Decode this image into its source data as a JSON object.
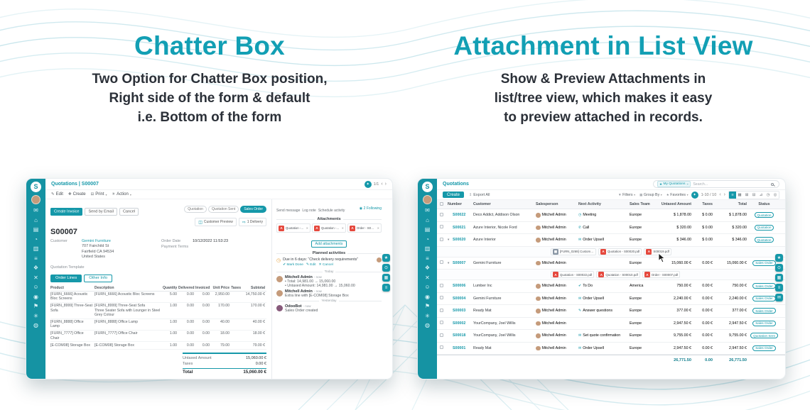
{
  "hero": {
    "left": {
      "title": "Chatter Box",
      "lines": [
        "Two Option for Chatter Box position,",
        "Right side of the form & default",
        "i.e. Bottom of the form"
      ]
    },
    "right": {
      "title": "Attachment in List View",
      "lines": [
        "Show & Preview Attachments in",
        "list/tree view, which makes it easy",
        "to preview attached in records."
      ]
    }
  },
  "sidebar": {
    "logo": "S",
    "icons": [
      {
        "name": "chat-icon",
        "glyph": "✉"
      },
      {
        "name": "home-icon",
        "glyph": "⌂"
      },
      {
        "name": "sales-icon",
        "glyph": "▤"
      },
      {
        "name": "pie-chart-icon",
        "glyph": "◔"
      },
      {
        "name": "bar-chart-icon",
        "glyph": "▥"
      },
      {
        "name": "list-icon",
        "glyph": "≡"
      },
      {
        "name": "apps-icon",
        "glyph": "❖"
      },
      {
        "name": "close-icon",
        "glyph": "✕"
      },
      {
        "name": "team-icon",
        "glyph": "☺"
      },
      {
        "name": "user-icon",
        "glyph": "◉"
      },
      {
        "name": "flag-icon",
        "glyph": "⚑"
      },
      {
        "name": "settings-icon",
        "glyph": "✳"
      },
      {
        "name": "globe-icon",
        "glyph": "◍"
      }
    ]
  },
  "side_widgets": {
    "form": [
      {
        "name": "star-widget-icon",
        "glyph": "★"
      },
      {
        "name": "search-widget-icon",
        "glyph": "⊙"
      },
      {
        "name": "grid-widget-icon",
        "glyph": "▦"
      },
      {
        "name": "menu-widget-icon",
        "glyph": "≡"
      }
    ],
    "list": [
      {
        "name": "star-widget-icon",
        "glyph": "★"
      },
      {
        "name": "search-widget-icon",
        "glyph": "⊙"
      },
      {
        "name": "grid-widget-icon",
        "glyph": "▦"
      },
      {
        "name": "menu-widget-icon",
        "glyph": "≡"
      },
      {
        "name": "chat-widget-icon",
        "glyph": "✉"
      }
    ]
  },
  "form": {
    "breadcrumb": "Quotations | S00007",
    "pager": "1/1",
    "toolbar": [
      {
        "name": "edit-button",
        "glyph": "✎",
        "label": "Edit",
        "caret": false
      },
      {
        "name": "create-button",
        "glyph": "✚",
        "label": "Create",
        "caret": false
      },
      {
        "name": "print-menu",
        "glyph": "⊟",
        "label": "Print",
        "caret": true
      },
      {
        "name": "action-menu",
        "glyph": "✳",
        "label": "Action",
        "caret": true
      }
    ],
    "header_buttons": [
      {
        "name": "create-invoice-button",
        "label": "Create Invoice",
        "primary": true
      },
      {
        "name": "send-by-email-button",
        "label": "Send by Email",
        "primary": false
      },
      {
        "name": "cancel-button",
        "label": "Cancel",
        "primary": false
      }
    ],
    "stages": [
      "Quotation",
      "Quotation Sent",
      "Sales Order"
    ],
    "active_stage": "Sales Order",
    "smart_buttons": [
      {
        "name": "customer-preview-button",
        "glyph": "◫",
        "label": "Customer Preview"
      },
      {
        "name": "delivery-button",
        "glyph": "⇨",
        "label": "1 Delivery"
      }
    ],
    "record": {
      "name": "S00007",
      "customer_label": "Customer",
      "customer_name": "Gemini Furniture",
      "customer_address": [
        "707 Fairchild St",
        "Fairfield CA 94534",
        "United States"
      ],
      "order_date_label": "Order Date",
      "order_date": "10/12/2022 11:53:23",
      "payment_terms_label": "Payment Terms",
      "quotation_template_label": "Quotation Template"
    },
    "tabs": [
      {
        "label": "Order Lines",
        "active": true
      },
      {
        "label": "Other Info",
        "active": false
      }
    ],
    "lines": {
      "columns": [
        "Product",
        "Description",
        "Quantity",
        "Delivered",
        "Invoiced",
        "Unit Price",
        "Taxes",
        "Subtotal"
      ],
      "rows": [
        {
          "product": "[FURN_6666] Acoustic Bloc Screens",
          "description": "[FURN_6666] Acoustic Bloc Screens",
          "quantity": "5.00",
          "delivered": "0.00",
          "invoiced": "0.00",
          "unit_price": "2,950.00",
          "taxes": "",
          "subtotal": "14,750.00 €"
        },
        {
          "product": "[FURN_8999] Three-Seat Sofa",
          "description": "[FURN_8999] Three-Seat Sofa\nThree Seater Sofa with Lounger in Steel Grey Colour",
          "quantity": "1.00",
          "delivered": "0.00",
          "invoiced": "0.00",
          "unit_price": "170.00",
          "taxes": "",
          "subtotal": "170.00 €"
        },
        {
          "product": "[FURN_8888] Office Lamp",
          "description": "[FURN_8888] Office Lamp",
          "quantity": "1.00",
          "delivered": "0.00",
          "invoiced": "0.00",
          "unit_price": "40.00",
          "taxes": "",
          "subtotal": "40.00 €"
        },
        {
          "product": "[FURN_7777] Office Chair",
          "description": "[FURN_7777] Office Chair",
          "quantity": "1.00",
          "delivered": "0.00",
          "invoiced": "0.00",
          "unit_price": "18.00",
          "taxes": "",
          "subtotal": "18.00 €"
        },
        {
          "product": "[E-COM08] Storage Box",
          "description": "[E-COM08] Storage Box",
          "quantity": "1.00",
          "delivered": "0.00",
          "invoiced": "0.00",
          "unit_price": "79.00",
          "taxes": "",
          "subtotal": "79.00 €"
        }
      ],
      "totals": {
        "untaxed_label": "Untaxed Amount",
        "untaxed": "15,060.00 €",
        "taxes_label": "Taxes",
        "taxes": "0.00 €",
        "total_label": "Total",
        "total": "15,060.00 €"
      }
    },
    "chatter": {
      "actions": [
        "Send message",
        "Log note",
        "Schedule activity"
      ],
      "followers_count": "2",
      "following_label": "Following",
      "attachments_title": "Attachments",
      "attachments": [
        {
          "name": "Quotation - S00022.pdf"
        },
        {
          "name": "Quotation - S00010.pdf"
        },
        {
          "name": "Order - S00007.pdf"
        }
      ],
      "add_attachments_label": "Add attachments",
      "planned_title": "Planned activities",
      "activity": {
        "summary": "Due in 6 days: “Check delivery requirements”",
        "actions": [
          {
            "name": "mark-done-button",
            "glyph": "✔",
            "label": "Mark Done"
          },
          {
            "name": "edit-activity-button",
            "glyph": "✎",
            "label": "Edit"
          },
          {
            "name": "cancel-activity-button",
            "glyph": "✕",
            "label": "Cancel"
          }
        ]
      },
      "feed": [
        {
          "divider": "Today"
        },
        {
          "author": "Mitchell Admin",
          "time": "- now",
          "bullets": true,
          "bot": false,
          "lines": [
            "Total: 14,981.00 → 15,060.00",
            "Untaxed Amount: 14,981.00 → 15,060.00"
          ]
        },
        {
          "author": "Mitchell Admin",
          "time": "- now",
          "bullets": false,
          "bot": false,
          "lines": [
            "Extra line with [E-COM08] Storage Box"
          ]
        },
        {
          "divider": "Yesterday"
        },
        {
          "author": "OdooBot",
          "time": "- now",
          "bullets": false,
          "bot": true,
          "lines": [
            "Sales Order created"
          ]
        }
      ]
    }
  },
  "list": {
    "breadcrumb": "Quotations",
    "search": {
      "facet": "My Quotations",
      "placeholder": "Search..."
    },
    "toolbar": {
      "create_label": "Create",
      "export_label": "Export All",
      "filters": [
        {
          "name": "filters-menu",
          "glyph": "▼",
          "label": "Filters"
        },
        {
          "name": "group-by-menu",
          "glyph": "▦",
          "label": "Group By"
        },
        {
          "name": "favorites-menu",
          "glyph": "★",
          "label": "Favorites"
        }
      ],
      "pager": "1-10 / 10"
    },
    "view_switcher": [
      {
        "name": "list-view-icon",
        "glyph": "≡",
        "active": true
      },
      {
        "name": "kanban-view-icon",
        "glyph": "▦",
        "active": false
      },
      {
        "name": "calendar-view-icon",
        "glyph": "⊞",
        "active": false
      },
      {
        "name": "pivot-view-icon",
        "glyph": "⊟",
        "active": false
      },
      {
        "name": "graph-view-icon",
        "glyph": "⊿",
        "active": false
      },
      {
        "name": "activity-view-icon",
        "glyph": "◷",
        "active": false
      },
      {
        "name": "map-view-icon",
        "glyph": "◎",
        "active": false
      }
    ],
    "columns": [
      "Number",
      "Customer",
      "Salesperson",
      "Next Activity",
      "Sales Team",
      "Untaxed Amount",
      "Taxes",
      "Total",
      "Status"
    ],
    "rows": [
      {
        "number": "S00022",
        "customer": "Deco Addict, Addison Olson",
        "salesperson": "Mitchell Admin",
        "activity": "Meeting",
        "activity_glyph": "◷",
        "team": "Europe",
        "untaxed": "$ 1,878.00",
        "taxes": "$ 0.00",
        "total": "$ 1,878.00",
        "status": "Quotation",
        "attachments": []
      },
      {
        "number": "S00021",
        "customer": "Azure Interior, Nicole Ford",
        "salesperson": "Mitchell Admin",
        "activity": "Call",
        "activity_glyph": "✆",
        "team": "Europe",
        "untaxed": "$ 320.00",
        "taxes": "$ 0.00",
        "total": "$ 320.00",
        "status": "Quotation",
        "attachments": []
      },
      {
        "number": "S00020",
        "customer": "Azure Interior",
        "salesperson": "Mitchell Admin",
        "activity": "Order Upsell",
        "activity_glyph": "✉",
        "team": "Europe",
        "untaxed": "$ 346.00",
        "taxes": "$ 0.00",
        "total": "$ 346.00",
        "status": "Quotation",
        "attachments": [
          {
            "name": "[FURN_0269] Customiz...",
            "kind": "image"
          },
          {
            "name": "Quotation - S00020.pdf",
            "kind": "pdf"
          },
          {
            "name": "S00019.pdf",
            "kind": "pdf"
          }
        ]
      },
      {
        "number": "S00007",
        "customer": "Gemini Furniture",
        "salesperson": "Mitchell Admin",
        "activity": "",
        "activity_glyph": "",
        "team": "Europe",
        "untaxed": "15,060.00 €",
        "taxes": "0.00 €",
        "total": "15,060.00 €",
        "status": "Sales Order",
        "attachments": [
          {
            "name": "Quotation - S00022.pdf",
            "kind": "pdf"
          },
          {
            "name": "Quotation - S00010.pdf",
            "kind": "pdf"
          },
          {
            "name": "Order - S00007.pdf",
            "kind": "pdf"
          }
        ]
      },
      {
        "number": "S00006",
        "customer": "Lumber Inc",
        "salesperson": "Mitchell Admin",
        "activity": "To Do",
        "activity_glyph": "✔",
        "team": "America",
        "untaxed": "750.00 €",
        "taxes": "0.00 €",
        "total": "750.00 €",
        "status": "Sales Order",
        "attachments": []
      },
      {
        "number": "S00004",
        "customer": "Gemini Furniture",
        "salesperson": "Mitchell Admin",
        "activity": "Order Upsell",
        "activity_glyph": "✉",
        "team": "Europe",
        "untaxed": "2,240.00 €",
        "taxes": "0.00 €",
        "total": "2,240.00 €",
        "status": "Sales Order",
        "attachments": []
      },
      {
        "number": "S00003",
        "customer": "Ready Mat",
        "salesperson": "Mitchell Admin",
        "activity": "Answer questions",
        "activity_glyph": "✎",
        "team": "Europe",
        "untaxed": "377.00 €",
        "taxes": "0.00 €",
        "total": "377.00 €",
        "status": "Sales Order",
        "attachments": []
      },
      {
        "number": "S00002",
        "customer": "YourCompany, Joel Willis",
        "salesperson": "Mitchell Admin",
        "activity": "",
        "activity_glyph": "",
        "team": "Europe",
        "untaxed": "2,947.50 €",
        "taxes": "0.00 €",
        "total": "2,947.50 €",
        "status": "Sales Order",
        "attachments": []
      },
      {
        "number": "S00018",
        "customer": "YourCompany, Joel Willis",
        "salesperson": "Mitchell Admin",
        "activity": "Set quote confirmation",
        "activity_glyph": "✉",
        "team": "Europe",
        "untaxed": "9,755.00 €",
        "taxes": "0.00 €",
        "total": "9,755.00 €",
        "status": "Quotation Sent",
        "attachments": []
      },
      {
        "number": "S00001",
        "customer": "Ready Mat",
        "salesperson": "Mitchell Admin",
        "activity": "Order Upsell",
        "activity_glyph": "✉",
        "team": "Europe",
        "untaxed": "2,947.50 €",
        "taxes": "0.00 €",
        "total": "2,947.50 €",
        "status": "Sales Order",
        "attachments": []
      }
    ],
    "totals": {
      "untaxed": "26,771.50",
      "taxes": "0.00",
      "total": "26,771.50"
    }
  }
}
